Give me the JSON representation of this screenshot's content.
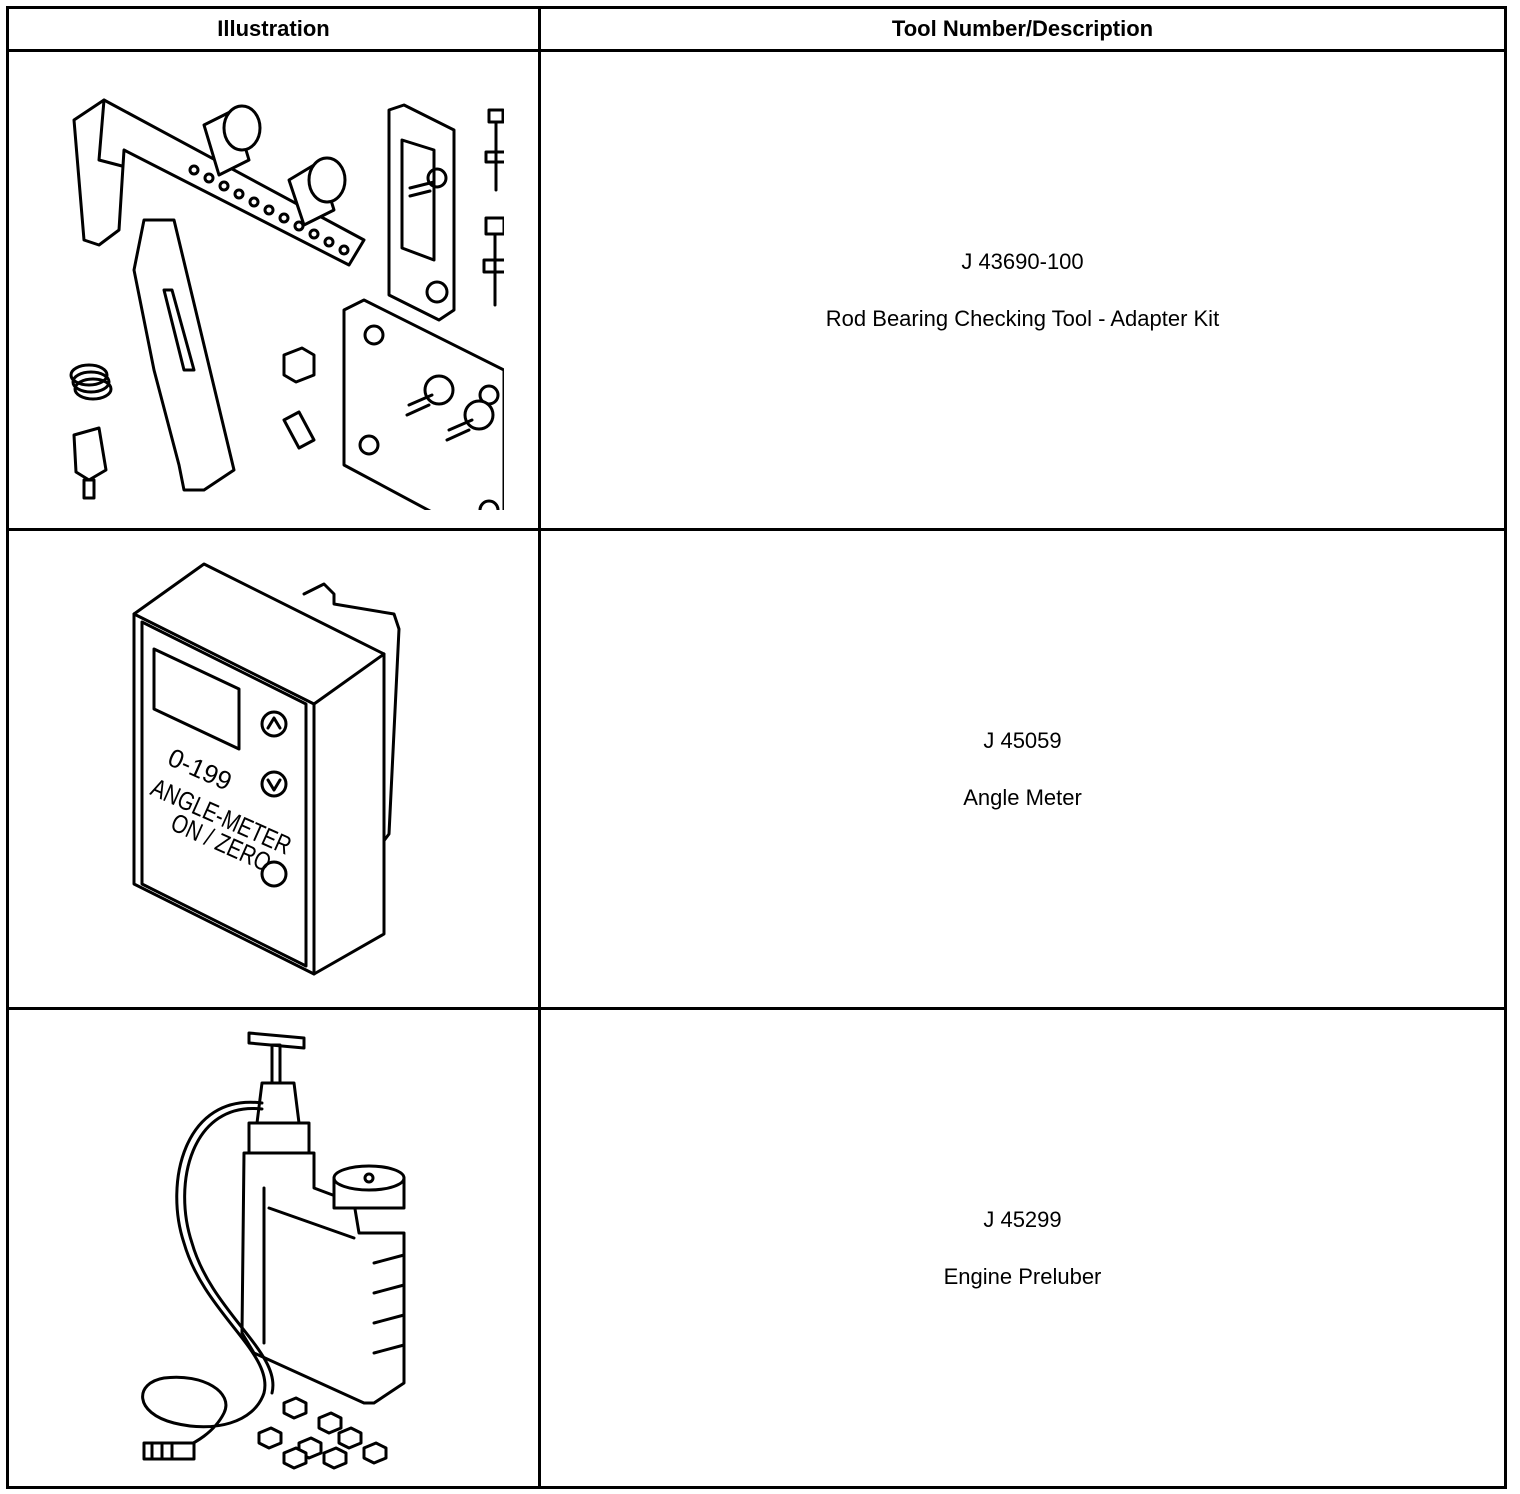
{
  "header": {
    "illustration": "Illustration",
    "description": "Tool Number/Description"
  },
  "tools": [
    {
      "number": "J 43690-100",
      "description": "Rod Bearing Checking Tool - Adapter Kit",
      "icon": "rod-bearing-adapter-kit-illustration"
    },
    {
      "number": "J 45059",
      "description": "Angle Meter",
      "icon": "angle-meter-illustration",
      "device_labels": [
        "0-199",
        "ANGLE-METER",
        "ON / ZERO"
      ]
    },
    {
      "number": "J 45299",
      "description": "Engine Preluber",
      "icon": "engine-preluber-illustration"
    }
  ]
}
